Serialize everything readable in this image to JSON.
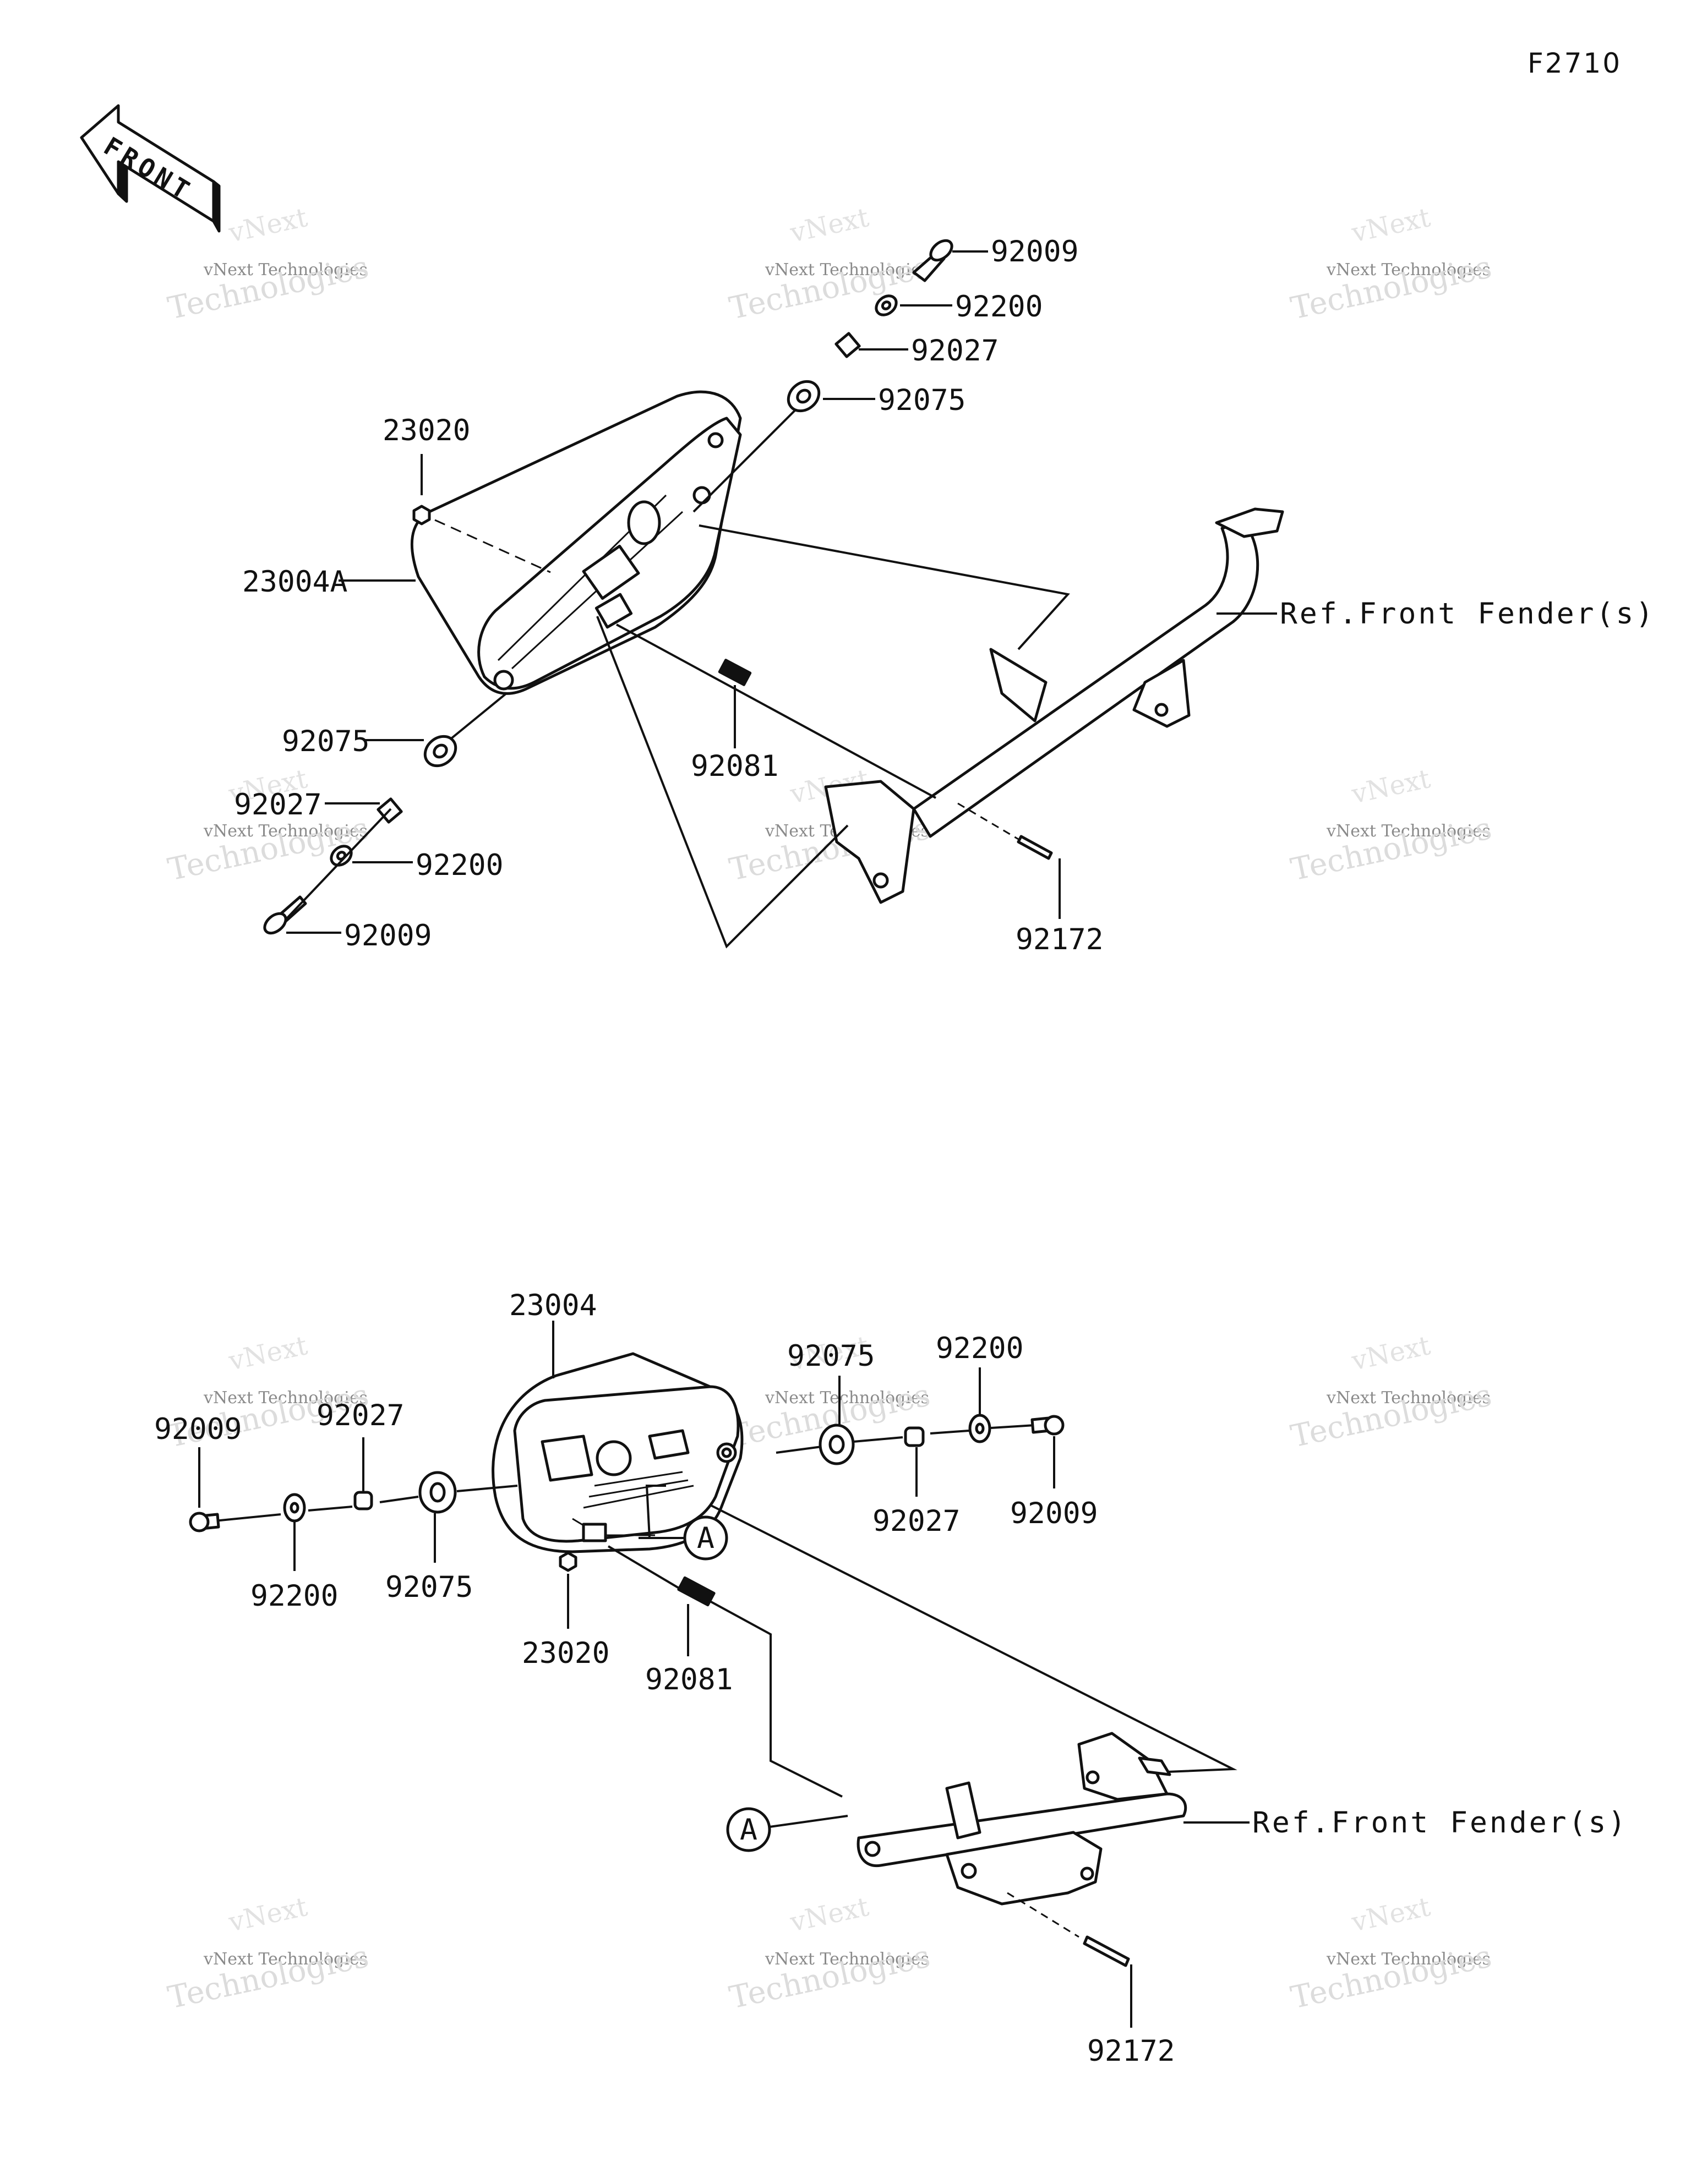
{
  "diagram_code": "F2710",
  "front_arrow_text": "FRONT",
  "watermark": {
    "line1": "vNext",
    "line2": "vNext Technologies",
    "line3": "Technologies"
  },
  "upper_assembly": {
    "labels": {
      "screw_top": "92009",
      "washer_top": "92200",
      "collar_top": "92027",
      "damper_top": "92075",
      "nut": "23020",
      "cover": "23004A",
      "damper_left": "92075",
      "collar_left": "92027",
      "washer_left": "92200",
      "screw_left": "92009",
      "spring": "92081",
      "bolt": "92172",
      "ref": "Ref.Front Fender(s)"
    }
  },
  "lower_assembly": {
    "labels": {
      "cover": "23004",
      "screw_left": "92009",
      "collar_left": "92027",
      "washer_left": "92200",
      "damper_left": "92075",
      "damper_right": "92075",
      "washer_right": "92200",
      "collar_right": "92027",
      "screw_right": "92009",
      "nut": "23020",
      "spring": "92081",
      "callout_a_upper": "A",
      "callout_a_lower": "A",
      "ref": "Ref.Front Fender(s)",
      "bolt": "92172"
    }
  }
}
